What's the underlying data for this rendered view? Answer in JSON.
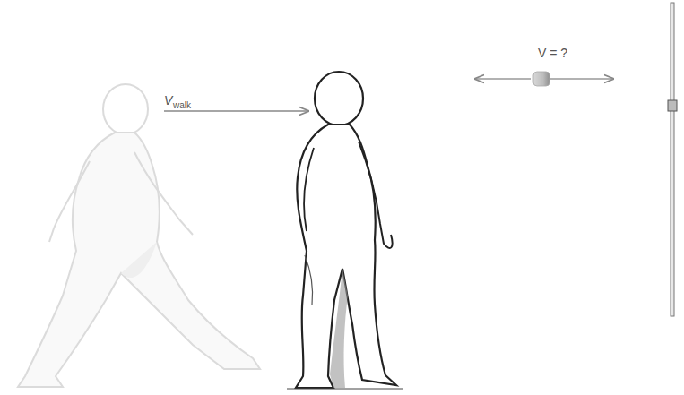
{
  "diagram": {
    "labels": [
      "V",
      "walk",
      "V = ?"
    ]
  }
}
